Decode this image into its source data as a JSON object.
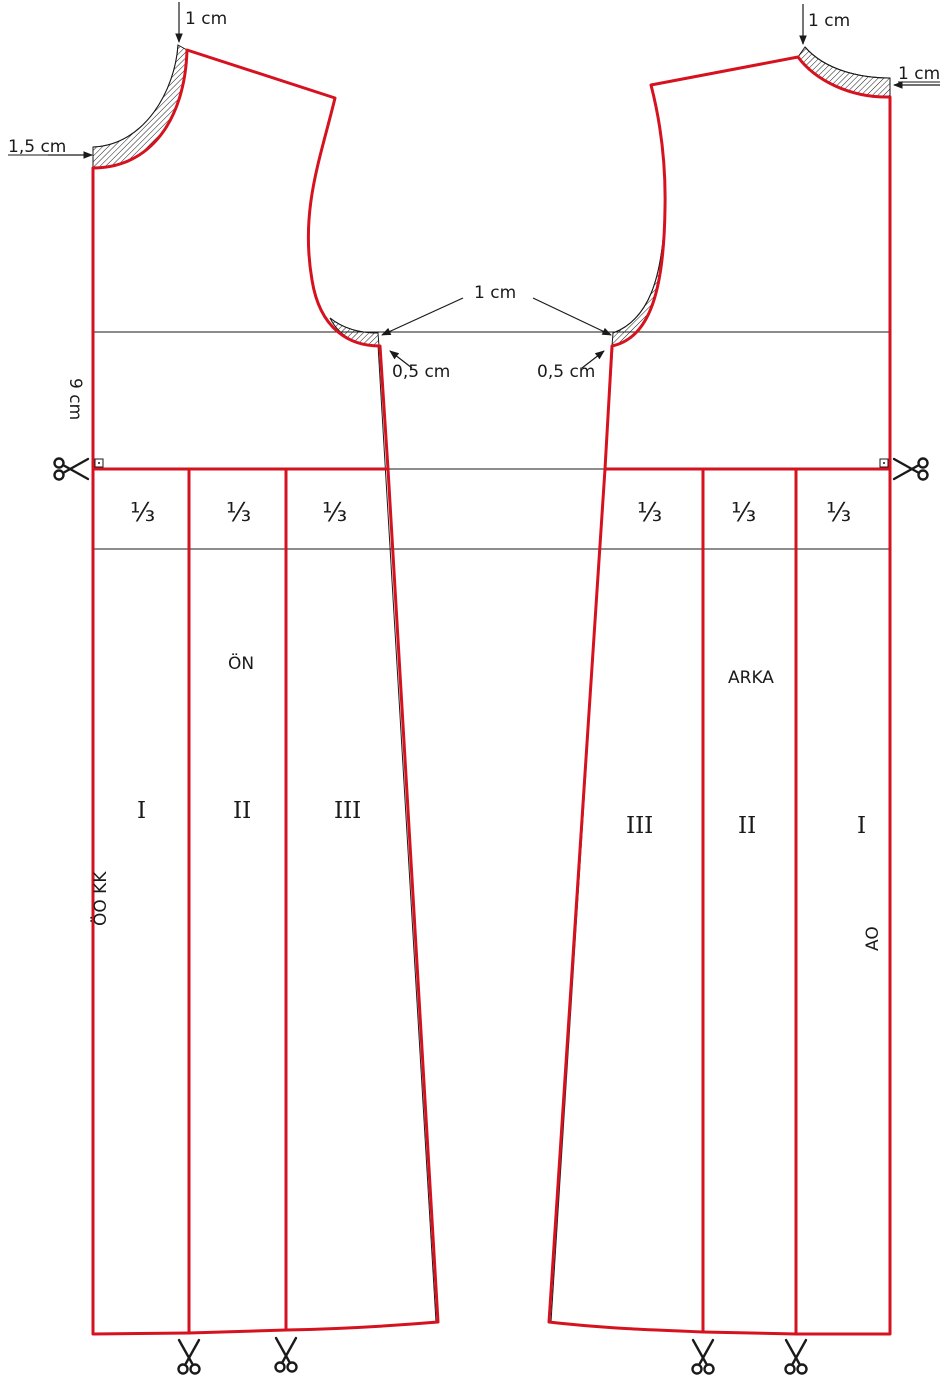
{
  "colors": {
    "cut_line": "#d6121f",
    "ink": "#1a1a1a",
    "background": "#ffffff"
  },
  "icons": [
    "scissors-icon",
    "right-angle-mark-icon"
  ],
  "labels": {
    "front_neck_top": "1 cm",
    "front_neck_side": "1,5 cm",
    "back_neck_top": "1 cm",
    "back_neck_side": "1 cm",
    "armhole_center": "1 cm",
    "front_underarm": "0,5 cm",
    "back_underarm": "0,5 cm",
    "depth": "9 cm",
    "front_title": "ÖN",
    "back_title": "ARKA",
    "front_center": "ÖO KK",
    "back_center": "AO"
  },
  "fractions": [
    "⅓",
    "⅓",
    "⅓",
    "⅓",
    "⅓",
    "⅓"
  ],
  "panels": {
    "front": [
      "I",
      "II",
      "III"
    ],
    "back": [
      "III",
      "II",
      "I"
    ]
  }
}
